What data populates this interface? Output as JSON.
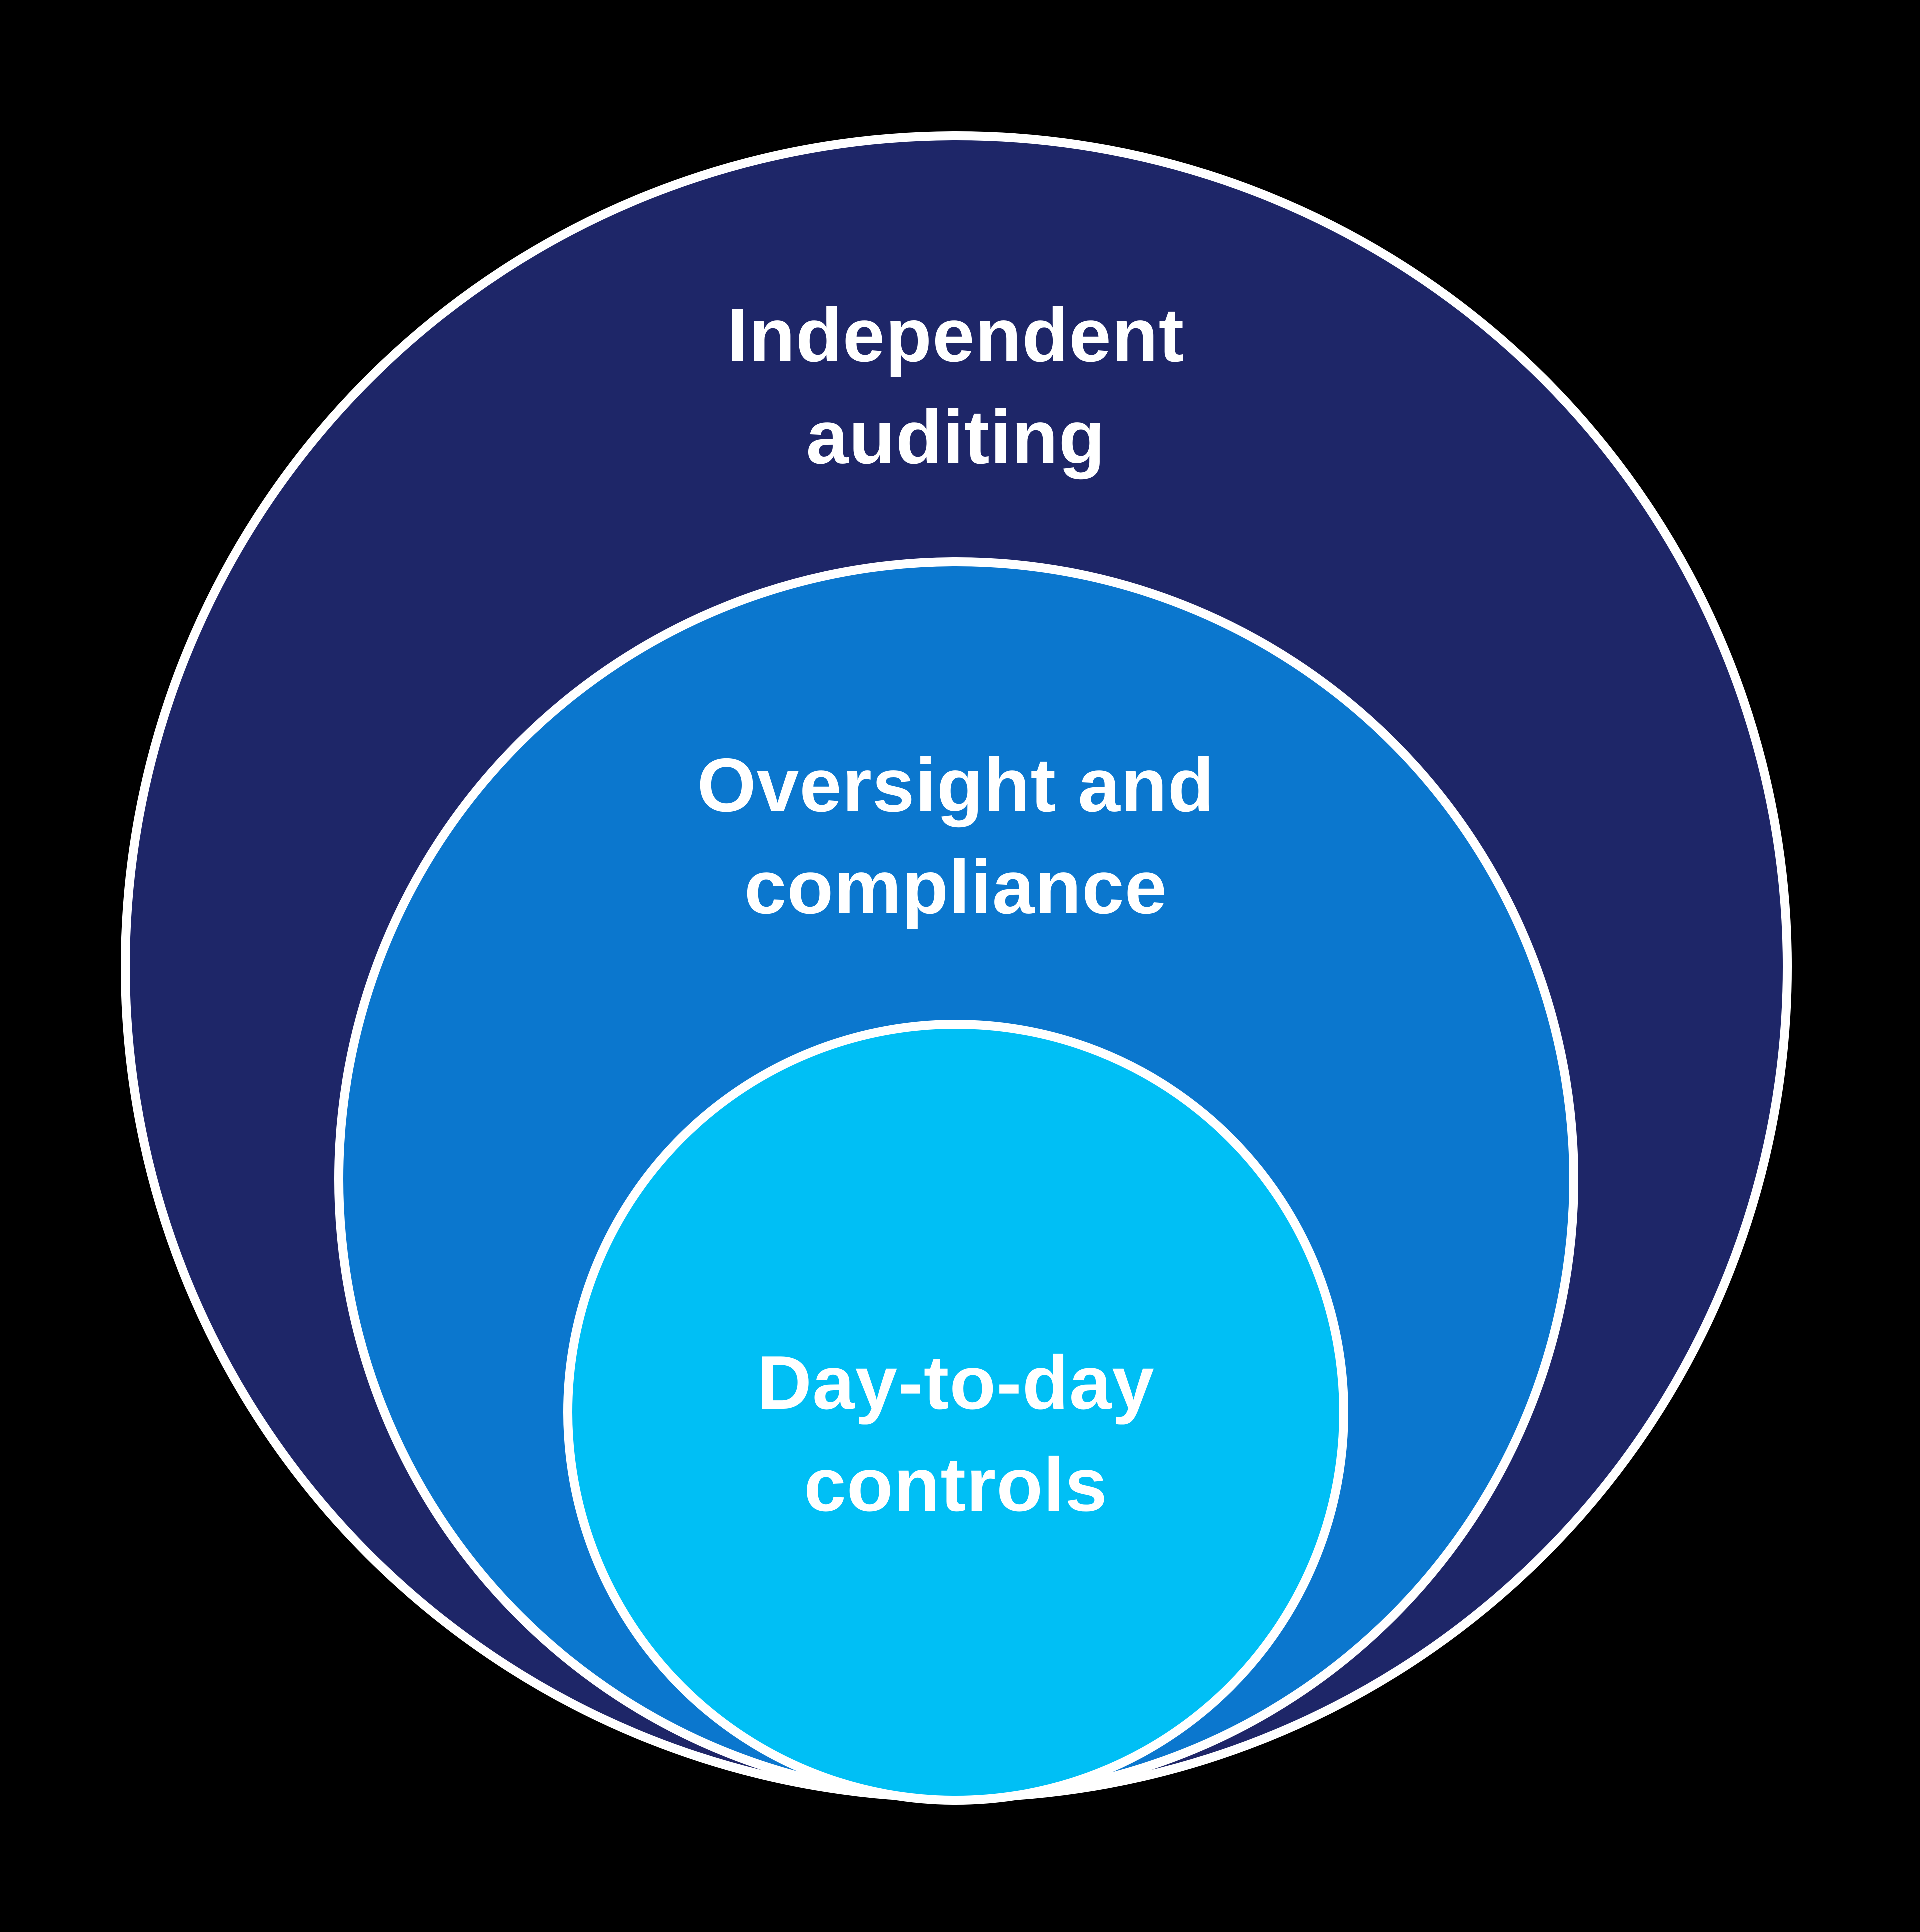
{
  "diagram": {
    "type": "nested-circles",
    "background_color": "#000000",
    "stroke_color": "#ffffff",
    "text_color": "#ffffff",
    "layers": [
      {
        "id": "independent-auditing",
        "label": "Independent auditing",
        "line1": "Independent",
        "line2": "auditing",
        "color": "#1e2668",
        "level": "outer"
      },
      {
        "id": "oversight-and-compliance",
        "label": "Oversight and compliance",
        "line1": "Oversight and",
        "line2": "compliance",
        "color": "#0b77ce",
        "level": "middle"
      },
      {
        "id": "day-to-day-controls",
        "label": "Day-to-day controls",
        "line1": "Day-to-day",
        "line2": "controls",
        "color": "#00bff5",
        "level": "inner"
      }
    ]
  }
}
